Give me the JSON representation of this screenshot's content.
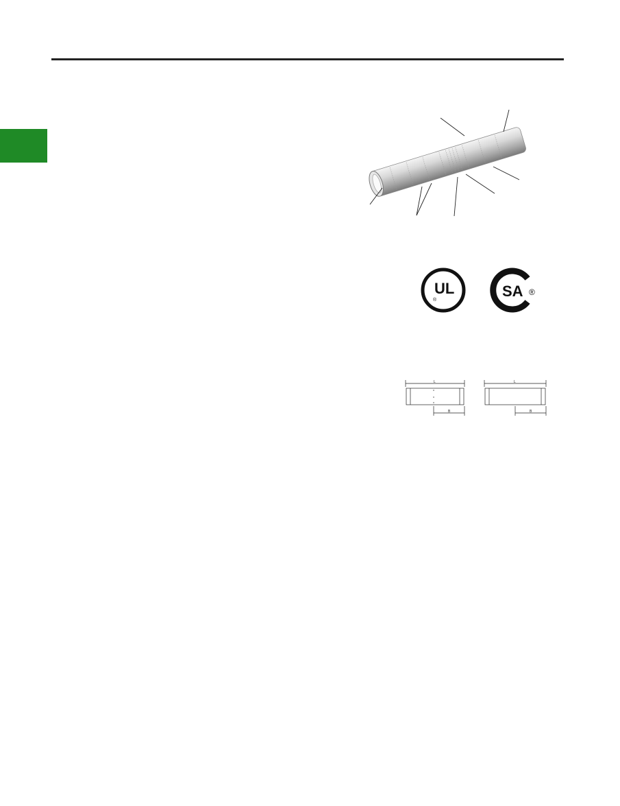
{
  "header": {
    "divider": ""
  },
  "section_tab": {
    "color": "#1f8a26"
  },
  "product_photo": {
    "subject": "compression-splice-sleeve"
  },
  "certification_marks": [
    {
      "name": "ul-mark",
      "text": "UL",
      "registered": "®"
    },
    {
      "name": "csa-mark",
      "text": "SA",
      "registered": "®"
    }
  ],
  "dimension_drawings": {
    "length_label": "L",
    "b_label": "B"
  }
}
